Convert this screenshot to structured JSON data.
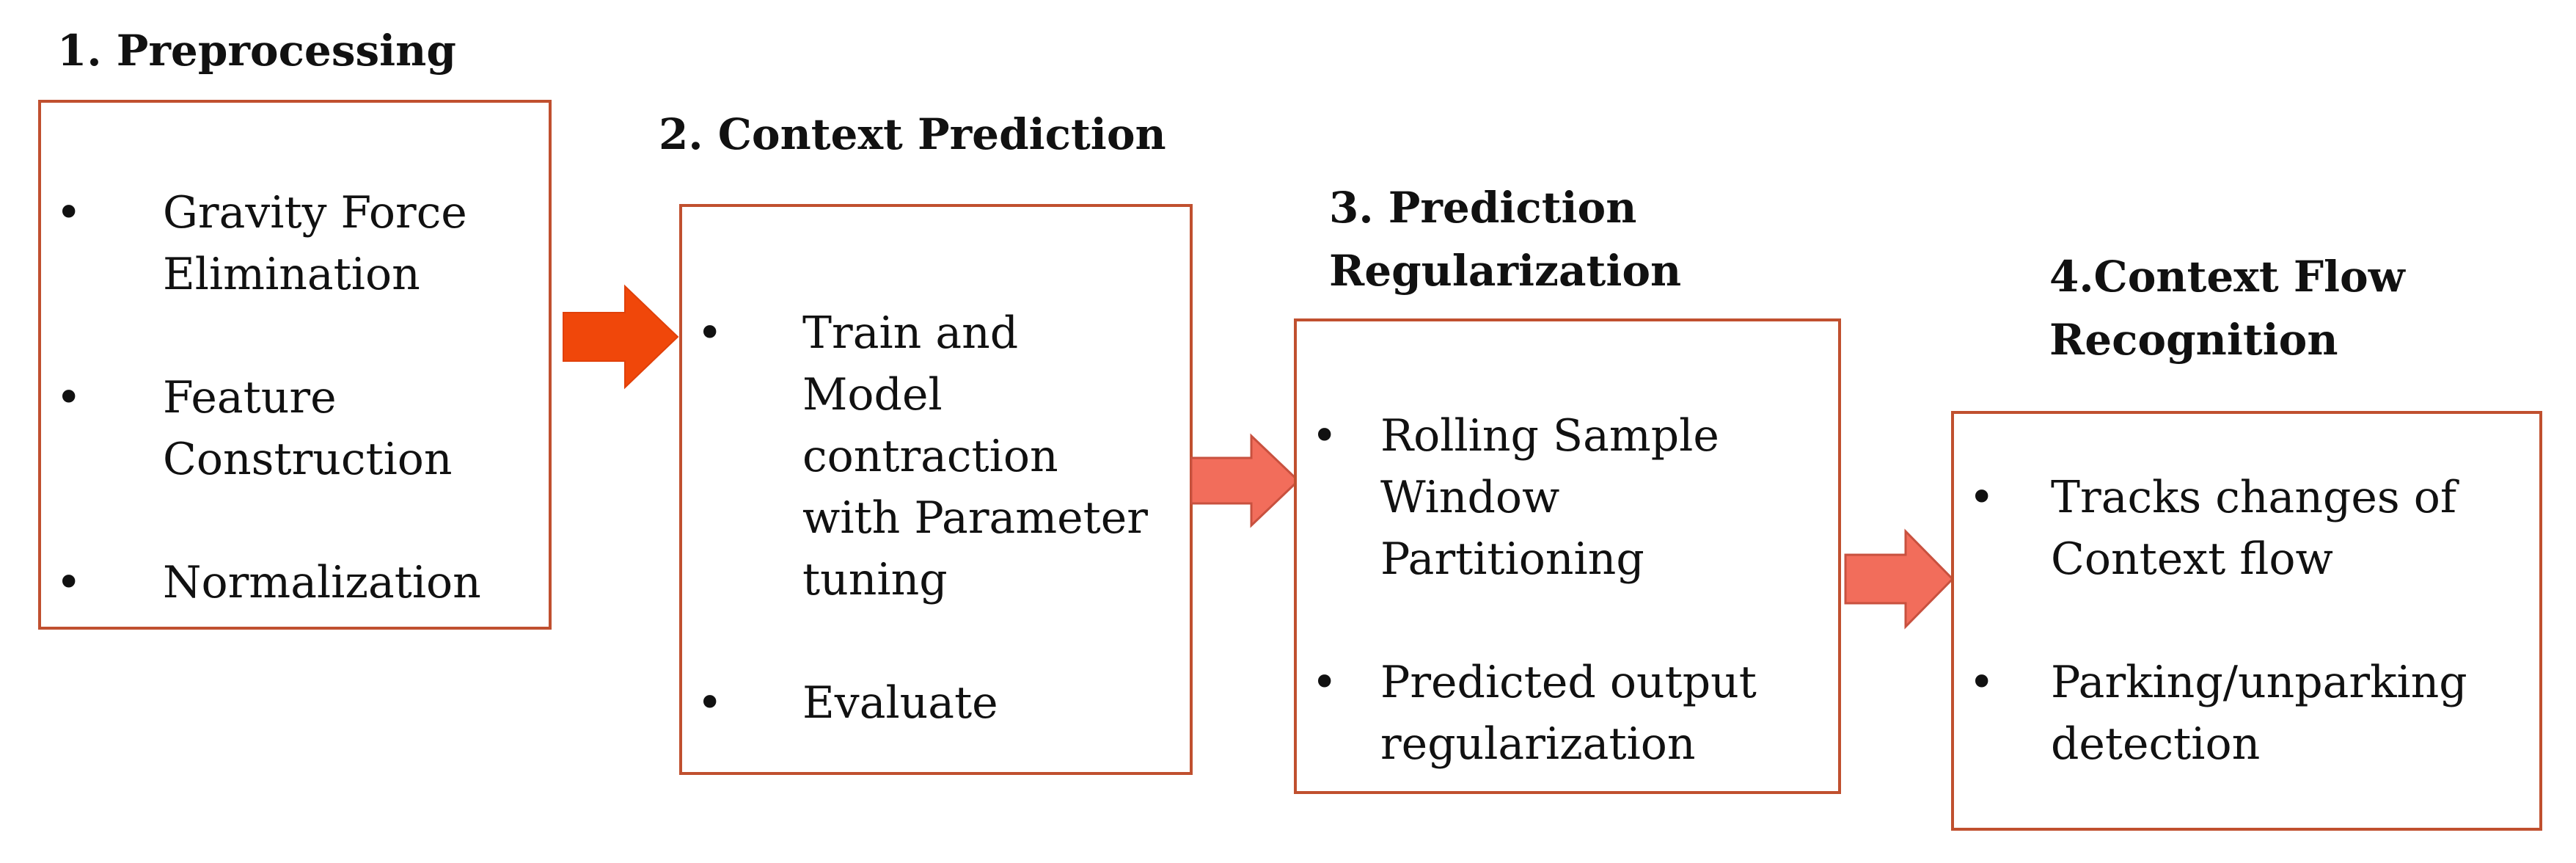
{
  "colors": {
    "box_border": "#c0502f",
    "arrow_dark": "#f0470a",
    "arrow_light": "#f26d5b",
    "arrow_light_stroke": "#c8513f"
  },
  "steps": [
    {
      "title_lines": [
        "1. Preprocessing"
      ],
      "bullets": [
        "Gravity Force\nElimination",
        "Feature\nConstruction",
        "Normalization"
      ]
    },
    {
      "title_lines": [
        "2. Context Prediction"
      ],
      "bullets": [
        "Train  and\nModel\ncontraction\nwith Parameter\ntuning",
        "Evaluate"
      ]
    },
    {
      "title_lines": [
        "3. Prediction",
        "Regularization"
      ],
      "bullets": [
        "Rolling Sample\nWindow\nPartitioning",
        "Predicted output\nregularization"
      ]
    },
    {
      "title_lines": [
        "4.Context Flow",
        "Recognition"
      ],
      "bullets": [
        "Tracks changes of\nContext flow",
        "Parking/unparking\ndetection"
      ]
    }
  ],
  "bullet_symbol": "•"
}
